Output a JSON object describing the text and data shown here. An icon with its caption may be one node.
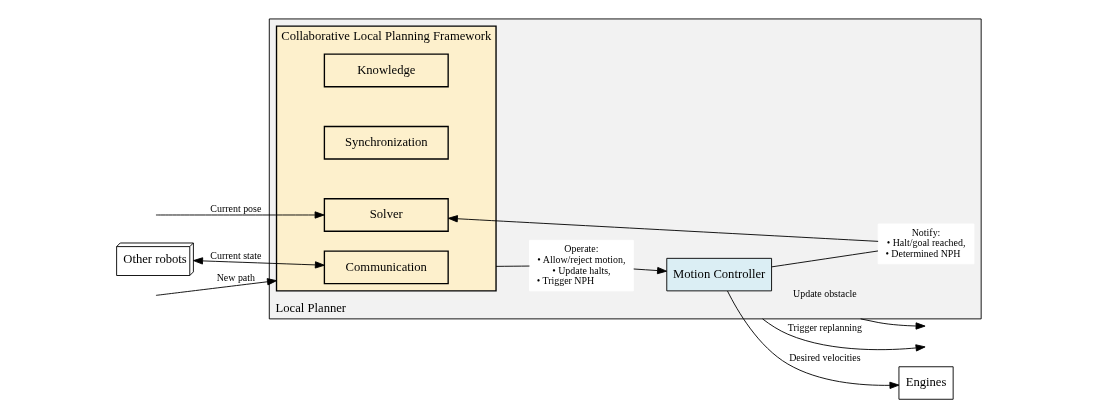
{
  "diagram": {
    "nodes": [
      {
        "text": [
          "Local Planner"
        ]
      },
      {
        "text": [
          "Collaborative Local Planning Framework"
        ],
        "in": 0
      },
      {
        "text": [
          "Communication"
        ],
        "in": 1
      },
      {
        "text": [
          "Knowledge"
        ],
        "in": 1
      },
      {
        "text": [
          "Synchronization"
        ],
        "in": 1
      },
      {
        "text": [
          "Solver"
        ],
        "in": 1
      },
      {
        "text": [
          "Operate:",
          "• Allow/reject motion,",
          "• Update halts,",
          "• Trigger NPH"
        ],
        "in": 0
      },
      {
        "text": [
          "Motion Controller"
        ],
        "in": 0
      },
      {
        "text": [
          "Notify:",
          "• Halt/goal reached,",
          "• Determined NPH"
        ],
        "in": 0
      },
      {
        "text": [
          "Other robots"
        ]
      },
      {
        "text": [
          "Engines"
        ]
      }
    ],
    "edges": [
      {
        "from": null,
        "to": 1,
        "arrow": "to",
        "label": "New path"
      },
      {
        "from": 9,
        "to": 2,
        "arrow": "both",
        "label": "Current state"
      },
      {
        "from": null,
        "to": 5,
        "arrow": "to",
        "label": "Current pose"
      },
      {
        "from": 1,
        "to": 6,
        "arrow": "none"
      },
      {
        "from": 6,
        "to": 7,
        "arrow": "to"
      },
      {
        "from": 7,
        "to": 8,
        "arrow": "none"
      },
      {
        "from": 8,
        "to": 5,
        "arrow": "to"
      },
      {
        "from": 0,
        "to": null,
        "arrow": "to",
        "label": "Update obstacle"
      },
      {
        "from": 7,
        "to": 10,
        "arrow": "to",
        "label": "Desired velocities"
      },
      {
        "from": 0,
        "to": null,
        "arrow": "to",
        "label": "Trigger replanning"
      }
    ]
  }
}
